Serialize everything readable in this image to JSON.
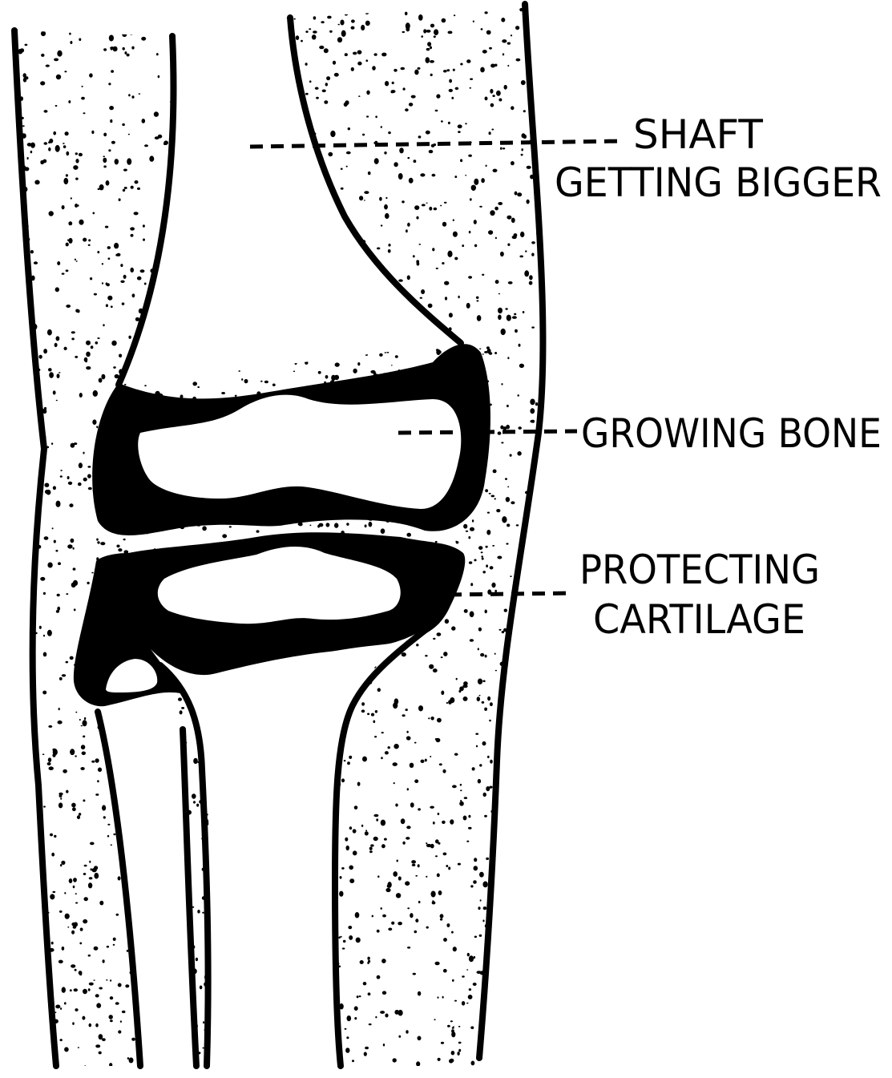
{
  "diagram": {
    "labels": {
      "shaft_line1": "SHAFT",
      "shaft_line2": "GETTING BIGGER",
      "growing_bone": "GROWING BONE",
      "cartilage_line1": "PROTECTING",
      "cartilage_line2": "CARTILAGE"
    },
    "colors": {
      "ink": "#000000",
      "paper": "#ffffff"
    }
  }
}
